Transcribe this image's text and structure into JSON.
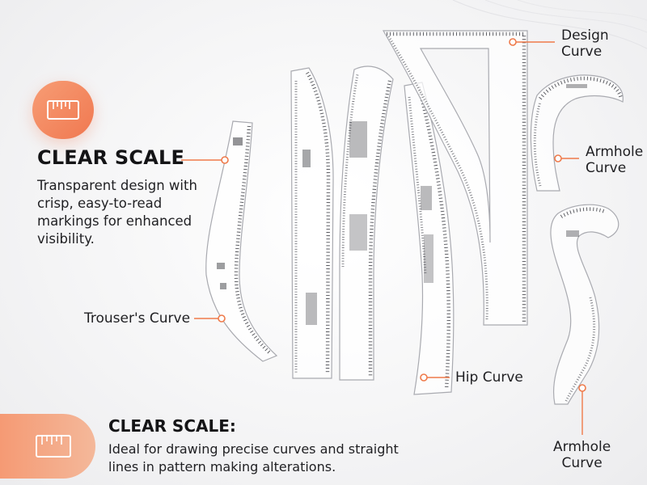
{
  "headline_block": {
    "heading": "CLEAR SCALE",
    "description": "Transparent design with crisp, easy-to-read markings for enhanced visibility."
  },
  "footer_block": {
    "heading": "CLEAR SCALE:",
    "description": "Ideal for drawing precise curves and straight lines in pattern making alterations."
  },
  "callouts": {
    "design_curve": [
      "Design",
      "Curve"
    ],
    "armhole_curve_top": [
      "Armhole",
      "Curve"
    ],
    "trousers_curve": "Trouser's Curve",
    "hip_curve": "Hip Curve",
    "armhole_curve_bottom": [
      "Armhole",
      "Curve"
    ]
  },
  "icons": {
    "badge_top": "ruler-icon",
    "badge_bottom": "ruler-icon"
  },
  "colors": {
    "accent": "#ef7a4a",
    "badge_gradient_start": "#f79d75",
    "badge_gradient_end": "#f07850",
    "ruler_outline": "#a9aab0"
  }
}
